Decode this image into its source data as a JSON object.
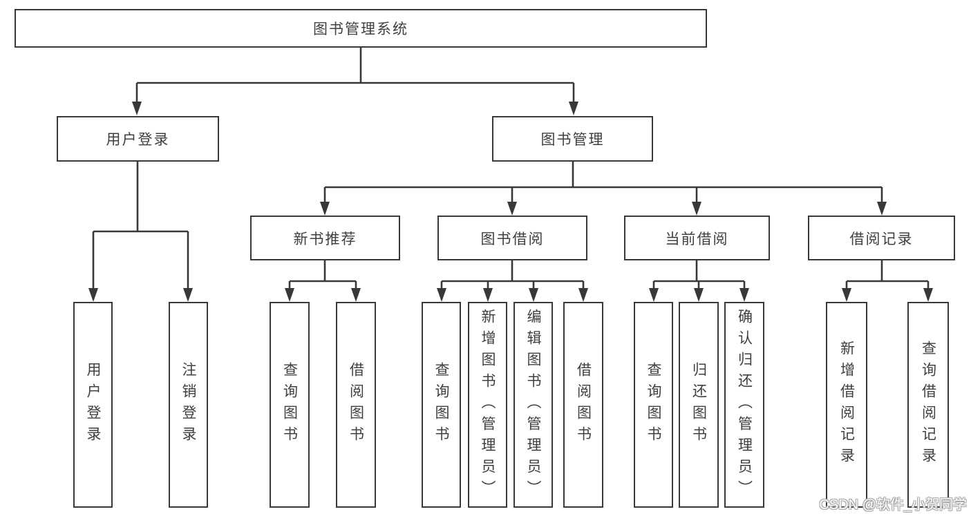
{
  "diagram": {
    "watermark": "CSDN @软件_小贺同学",
    "colors": {
      "line": "#383838",
      "box_border": "#383838",
      "text": "#3f3f3f",
      "background": "#ffffff"
    },
    "root": {
      "label": "图书管理系统",
      "children": [
        {
          "label": "用户登录",
          "children": [
            {
              "label": "用户登录"
            },
            {
              "label": "注销登录"
            }
          ]
        },
        {
          "label": "图书管理",
          "children": [
            {
              "label": "新书推荐",
              "children": [
                {
                  "label": "查询图书"
                },
                {
                  "label": "借阅图书"
                }
              ]
            },
            {
              "label": "图书借阅",
              "children": [
                {
                  "label": "查询图书"
                },
                {
                  "label": "新增图书（管理员）"
                },
                {
                  "label": "编辑图书（管理员）"
                },
                {
                  "label": "借阅图书"
                }
              ]
            },
            {
              "label": "当前借阅",
              "children": [
                {
                  "label": "查询图书"
                },
                {
                  "label": "归还图书"
                },
                {
                  "label": "确认归还（管理员）"
                }
              ]
            },
            {
              "label": "借阅记录",
              "children": [
                {
                  "label": "新增借阅记录"
                },
                {
                  "label": "查询借阅记录"
                }
              ]
            }
          ]
        }
      ]
    }
  }
}
